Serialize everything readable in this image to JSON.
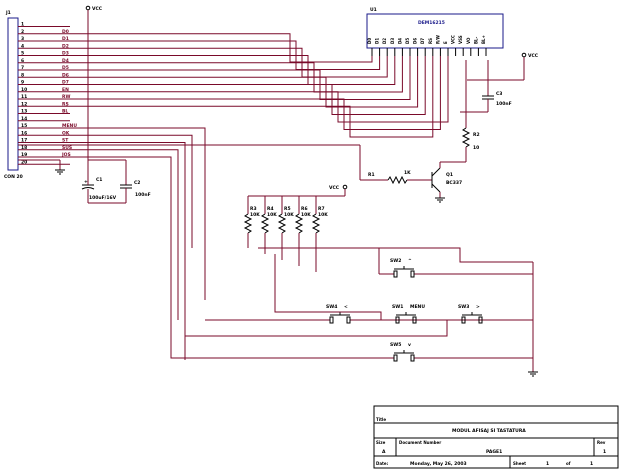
{
  "connector": {
    "ref": "J1",
    "part": "CON 20",
    "pins": [
      "1",
      "2",
      "3",
      "4",
      "5",
      "6",
      "7",
      "8",
      "9",
      "10",
      "11",
      "12",
      "13",
      "14",
      "15",
      "16",
      "17",
      "18",
      "19",
      "20"
    ],
    "signals": [
      "",
      "D0",
      "D1",
      "D2",
      "D3",
      "D4",
      "D5",
      "D6",
      "D7",
      "EN",
      "RW",
      "RS",
      "BL",
      "",
      "MENU",
      "OK",
      "ST",
      "SUS",
      "JOS",
      ""
    ]
  },
  "lcd": {
    "ref": "U1",
    "part": "DEM16215",
    "pins": [
      "D0",
      "D1",
      "D2",
      "D3",
      "D4",
      "D5",
      "D6",
      "D7",
      "RS",
      "R/W",
      "E",
      "VCC",
      "VSS",
      "VO",
      "BL-",
      "BL+"
    ]
  },
  "power": {
    "vcc_label": "VCC"
  },
  "components": {
    "c1": {
      "ref": "C1",
      "value": "100uF/16V"
    },
    "c2": {
      "ref": "C2",
      "value": "100nF"
    },
    "c3": {
      "ref": "C3",
      "value": "100nF"
    },
    "r1": {
      "ref": "R1",
      "value": "1K"
    },
    "r2": {
      "ref": "R2",
      "value": "10"
    },
    "q1": {
      "ref": "Q1",
      "value": "BC337"
    },
    "resistors": [
      {
        "ref": "R3",
        "value": "10K"
      },
      {
        "ref": "R4",
        "value": "10K"
      },
      {
        "ref": "R5",
        "value": "10K"
      },
      {
        "ref": "R6",
        "value": "10K"
      },
      {
        "ref": "R7",
        "value": "10K"
      }
    ],
    "switches": [
      {
        "ref": "SW2",
        "label": "^"
      },
      {
        "ref": "SW4",
        "label": "<"
      },
      {
        "ref": "SW1",
        "label": "MENU"
      },
      {
        "ref": "SW3",
        "label": ">"
      },
      {
        "ref": "SW5",
        "label": "v"
      }
    ]
  },
  "title_block": {
    "title_label": "Title",
    "title": "MODUL AFISAJ SI TASTATURA",
    "size_label": "Size",
    "size": "A",
    "docnum_label": "Document Number",
    "docnum": "PAGE1",
    "rev_label": "Rev",
    "rev": "1",
    "date_label": "Date:",
    "date": "Monday, May 26, 2003",
    "sheet_label": "Sheet",
    "sheet": "1",
    "of_label": "of",
    "sheets": "1"
  }
}
